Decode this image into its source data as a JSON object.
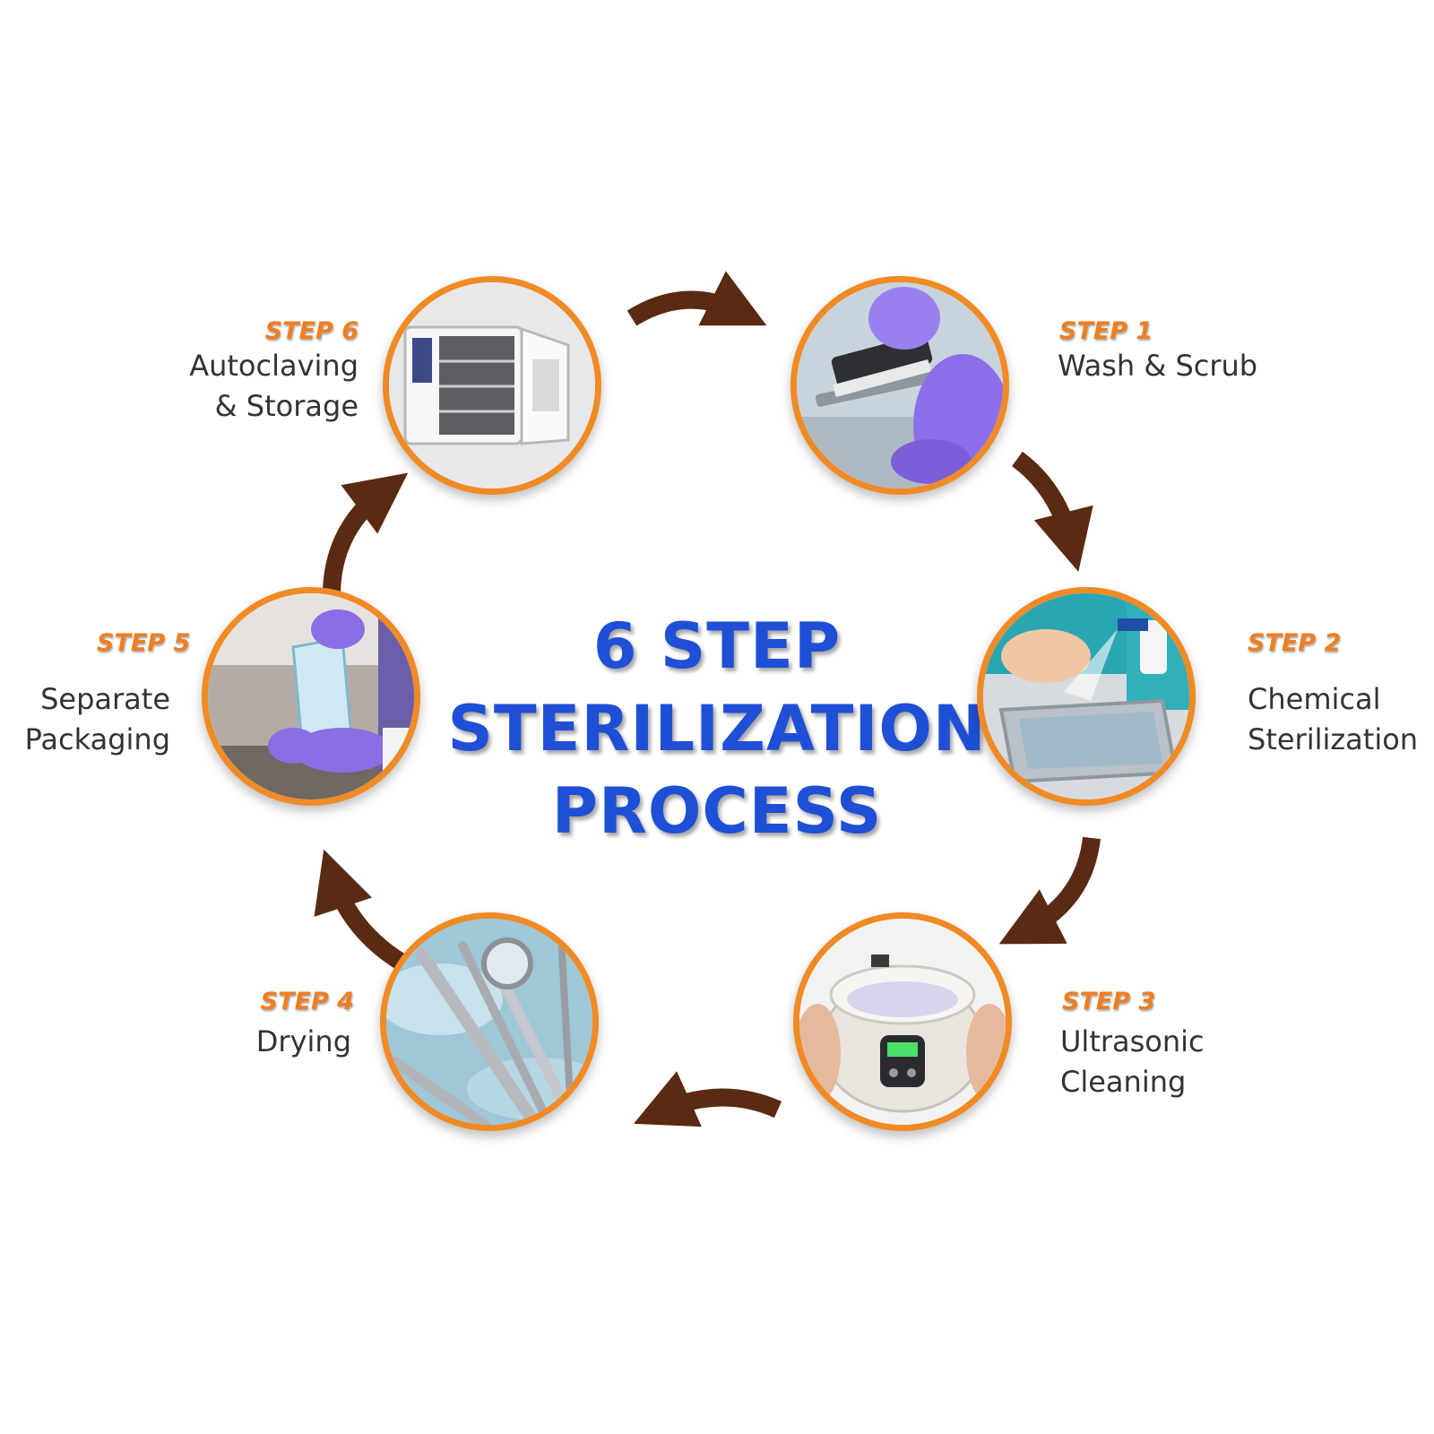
{
  "title": {
    "line1": "6 STEP",
    "line2": "STERILIZATION",
    "line3": "PROCESS"
  },
  "steps": [
    {
      "label": "STEP 1",
      "desc_lines": [
        "Wash & Scrub"
      ]
    },
    {
      "label": "STEP 2",
      "desc_lines": [
        "Chemical",
        "Sterilization"
      ]
    },
    {
      "label": "STEP 3",
      "desc_lines": [
        "Ultrasonic",
        "Cleaning"
      ]
    },
    {
      "label": "STEP 4",
      "desc_lines": [
        "Drying"
      ]
    },
    {
      "label": "STEP 5",
      "desc_lines": [
        "Separate",
        "Packaging"
      ]
    },
    {
      "label": "STEP 6",
      "desc_lines": [
        "Autoclaving",
        "& Storage"
      ]
    }
  ],
  "colors": {
    "title": "#1f4fd6",
    "step_label": "#f07e1f",
    "circle_border": "#f08a24",
    "arrow": "#5a2a12",
    "text": "#333333"
  },
  "icons": [
    "brush-scrubbing-photo-icon",
    "spray-tray-photo-icon",
    "ultrasonic-cleaner-photo-icon",
    "dental-instruments-photo-icon",
    "packaging-gloves-photo-icon",
    "autoclave-oven-photo-icon"
  ]
}
